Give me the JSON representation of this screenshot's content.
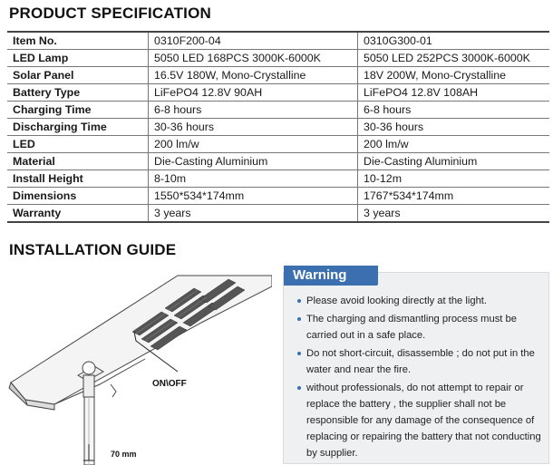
{
  "spec": {
    "title": "PRODUCT SPECIFICATION",
    "rows": [
      {
        "label": "Item No.",
        "a": "0310F200-04",
        "b": "0310G300-01"
      },
      {
        "label": "LED Lamp",
        "a": "5050 LED 168PCS 3000K-6000K",
        "b": "5050 LED 252PCS 3000K-6000K"
      },
      {
        "label": "Solar Panel",
        "a": "16.5V 180W, Mono-Crystalline",
        "b": "18V 200W, Mono-Crystalline"
      },
      {
        "label": "Battery Type",
        "a": "LiFePO4 12.8V 90AH",
        "b": "LiFePO4 12.8V 108AH"
      },
      {
        "label": "Charging Time",
        "a": "6-8 hours",
        "b": " 6-8 hours"
      },
      {
        "label": "Discharging Time",
        "a": "30-36 hours",
        "b": "30-36 hours"
      },
      {
        "label": "LED",
        "a": "200 lm/w",
        "b": "200 lm/w"
      },
      {
        "label": "Material",
        "a": "Die-Casting Aluminium",
        "b": "Die-Casting Aluminium"
      },
      {
        "label": "Install Height",
        "a": " 8-10m",
        "b": "10-12m"
      },
      {
        "label": "Dimensions",
        "a": " 1550*534*174mm",
        "b": "1767*534*174mm"
      },
      {
        "label": "Warranty",
        "a": "3 years",
        "b": "3 years"
      }
    ]
  },
  "guide": {
    "title": "INSTALLATION GUIDE",
    "switch_label": "ON\\OFF",
    "pole_label": "70 mm"
  },
  "warning": {
    "title": "Warning",
    "accent_color": "#3b6fb0",
    "items": [
      "Please avoid looking directly at the light.",
      "The charging and dismantling process must be carried out in a safe place.",
      "Do not short-circuit, disassemble ; do not put in the water and near the fire.",
      "without professionals, do not attempt to repair or replace the battery ,  the supplier shall not be responsible  for any damage of the consequence of replacing or repairing the battery that not conducting by supplier."
    ]
  }
}
